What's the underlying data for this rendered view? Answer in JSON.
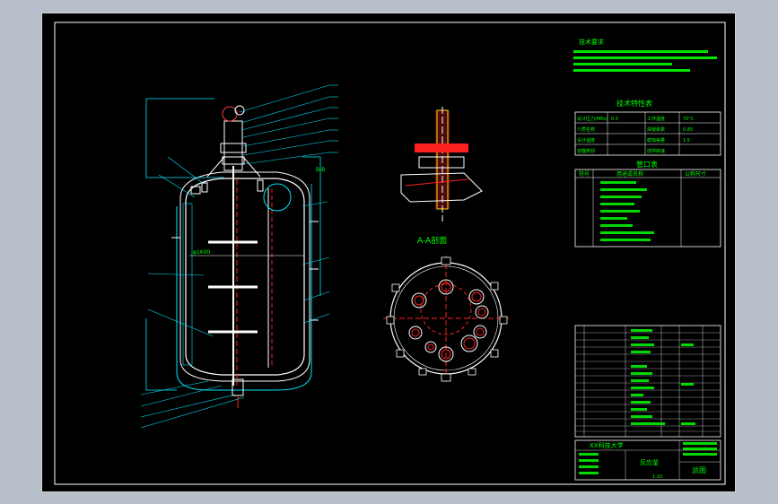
{
  "drawing": {
    "section_label": "A-A剖面",
    "notes_heading": "技术要求",
    "tech_table_title": "技术特性表",
    "tech_specs": [
      {
        "k1": "设计压力(MPa)",
        "v1": "0.3",
        "k2": "工作温度",
        "v2": "70°C"
      },
      {
        "k1": "介质名称",
        "v1": "",
        "k2": "焊缝系数",
        "v2": "0.85"
      },
      {
        "k1": "设计温度",
        "v1": "",
        "k2": "腐蚀裕量",
        "v2": "1.5"
      },
      {
        "k1": "容器类别",
        "v1": "",
        "k2": "搅拌转速",
        "v2": ""
      }
    ],
    "nozzle_table_title": "管口表",
    "nozzle_headers": [
      "符号",
      "用途或名称",
      "公称尺寸"
    ],
    "title_block": {
      "school": "XX科技大学",
      "drawing_name": "反应釜",
      "sheet_type": "总图",
      "scale": "1:10"
    },
    "view_marks": {
      "balloon_tag": "B-B",
      "dimension": "φ1600"
    }
  },
  "colors": {
    "line": "#00ff00",
    "cyan": "#00e5ff",
    "white": "#ffffff",
    "red": "#ff2020",
    "yellow": "#ffd800",
    "frame_bg": "#000000",
    "desktop_bg": "#b7bfcb"
  }
}
